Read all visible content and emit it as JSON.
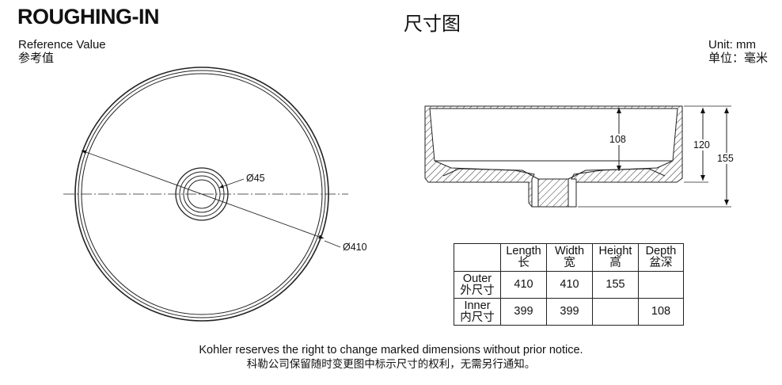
{
  "header": {
    "title": "ROUGHING-IN",
    "title_cn": "尺寸图",
    "reference_en": "Reference Value",
    "reference_cn": "参考值",
    "unit_en": "Unit: mm",
    "unit_cn": "单位：毫米"
  },
  "drawing": {
    "top_view": {
      "drain_diameter": "Ø45",
      "outer_diameter": "Ø410"
    },
    "side_view": {
      "inner_depth": "108",
      "body_height": "120",
      "total_height": "155"
    }
  },
  "table": {
    "headers": [
      {
        "en": "Length",
        "cn": "长"
      },
      {
        "en": "Width",
        "cn": "宽"
      },
      {
        "en": "Height",
        "cn": "高"
      },
      {
        "en": "Depth",
        "cn": "盆深"
      }
    ],
    "rows": [
      {
        "en": "Outer",
        "cn": "外尺寸",
        "values": [
          "410",
          "410",
          "155",
          ""
        ]
      },
      {
        "en": "Inner",
        "cn": "内尺寸",
        "values": [
          "399",
          "399",
          "",
          "108"
        ]
      }
    ]
  },
  "footer": {
    "en": "Kohler reserves the right to change marked dimensions without prior notice.",
    "cn": "科勒公司保留随时变更图中标示尺寸的权利，无需另行通知。"
  }
}
